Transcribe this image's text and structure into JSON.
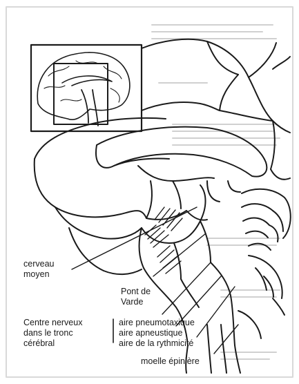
{
  "colors": {
    "paper": "#ffffff",
    "frame": "#d9d9d9",
    "ink": "#1a1a1a",
    "bleed_text": "#c8c8c8"
  },
  "labels": {
    "cerveau_moyen": [
      "cerveau",
      "moyen"
    ],
    "pont_de_varde": [
      "Pont de",
      "Varde"
    ],
    "centre_nerveux": [
      "Centre nerveux",
      "dans le tronc",
      "cérébral"
    ],
    "aire_pneumotaxique": "aire pneumotaxique",
    "aire_apneustique": "aire apneustique",
    "aire_rythmicite": "aire de la rythmicité",
    "moelle_epiniere": "moelle épinière"
  }
}
